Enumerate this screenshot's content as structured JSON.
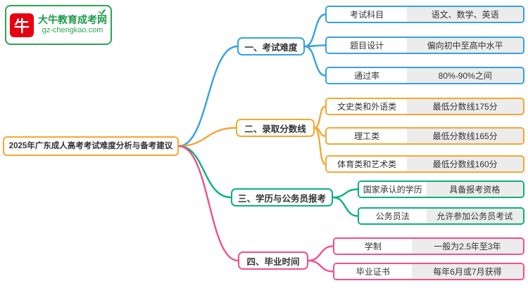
{
  "logo": {
    "site_name": "大牛教育成考网",
    "site_url": "gz-chengkao.com",
    "logo_mark": "牛",
    "brand_green": "#2ea44f",
    "brand_red": "#e60012"
  },
  "root": {
    "title": "2025年广东成人高考考试难度分析与备考建议",
    "border_color": "#f5a733"
  },
  "branches": [
    {
      "label": "一、考试难度",
      "color": "#36a1e0",
      "leaves": [
        {
          "label": "考试科目",
          "value": "语文、数学、英语"
        },
        {
          "label": "题目设计",
          "value": "偏向初中至高中水平"
        },
        {
          "label": "通过率",
          "value": "80%-90%之间"
        }
      ]
    },
    {
      "label": "二、录取分数线",
      "color": "#f5a733",
      "leaves": [
        {
          "label": "文史类和外语类",
          "value": "最低分数线175分"
        },
        {
          "label": "理工类",
          "value": "最低分数线165分"
        },
        {
          "label": "体育类和艺术类",
          "value": "最低分数线160分"
        }
      ]
    },
    {
      "label": "三、学历与公务员报考",
      "color": "#0ab377",
      "leaves": [
        {
          "label": "国家承认的学历",
          "value": "具备报考资格"
        },
        {
          "label": "公务员法",
          "value": "允许参加公务员考试"
        }
      ]
    },
    {
      "label": "四、毕业时间",
      "color": "#f0508c",
      "leaves": [
        {
          "label": "学制",
          "value": "一般为2.5年至3年"
        },
        {
          "label": "毕业证书",
          "value": "每年6月或7月获得"
        }
      ]
    }
  ]
}
